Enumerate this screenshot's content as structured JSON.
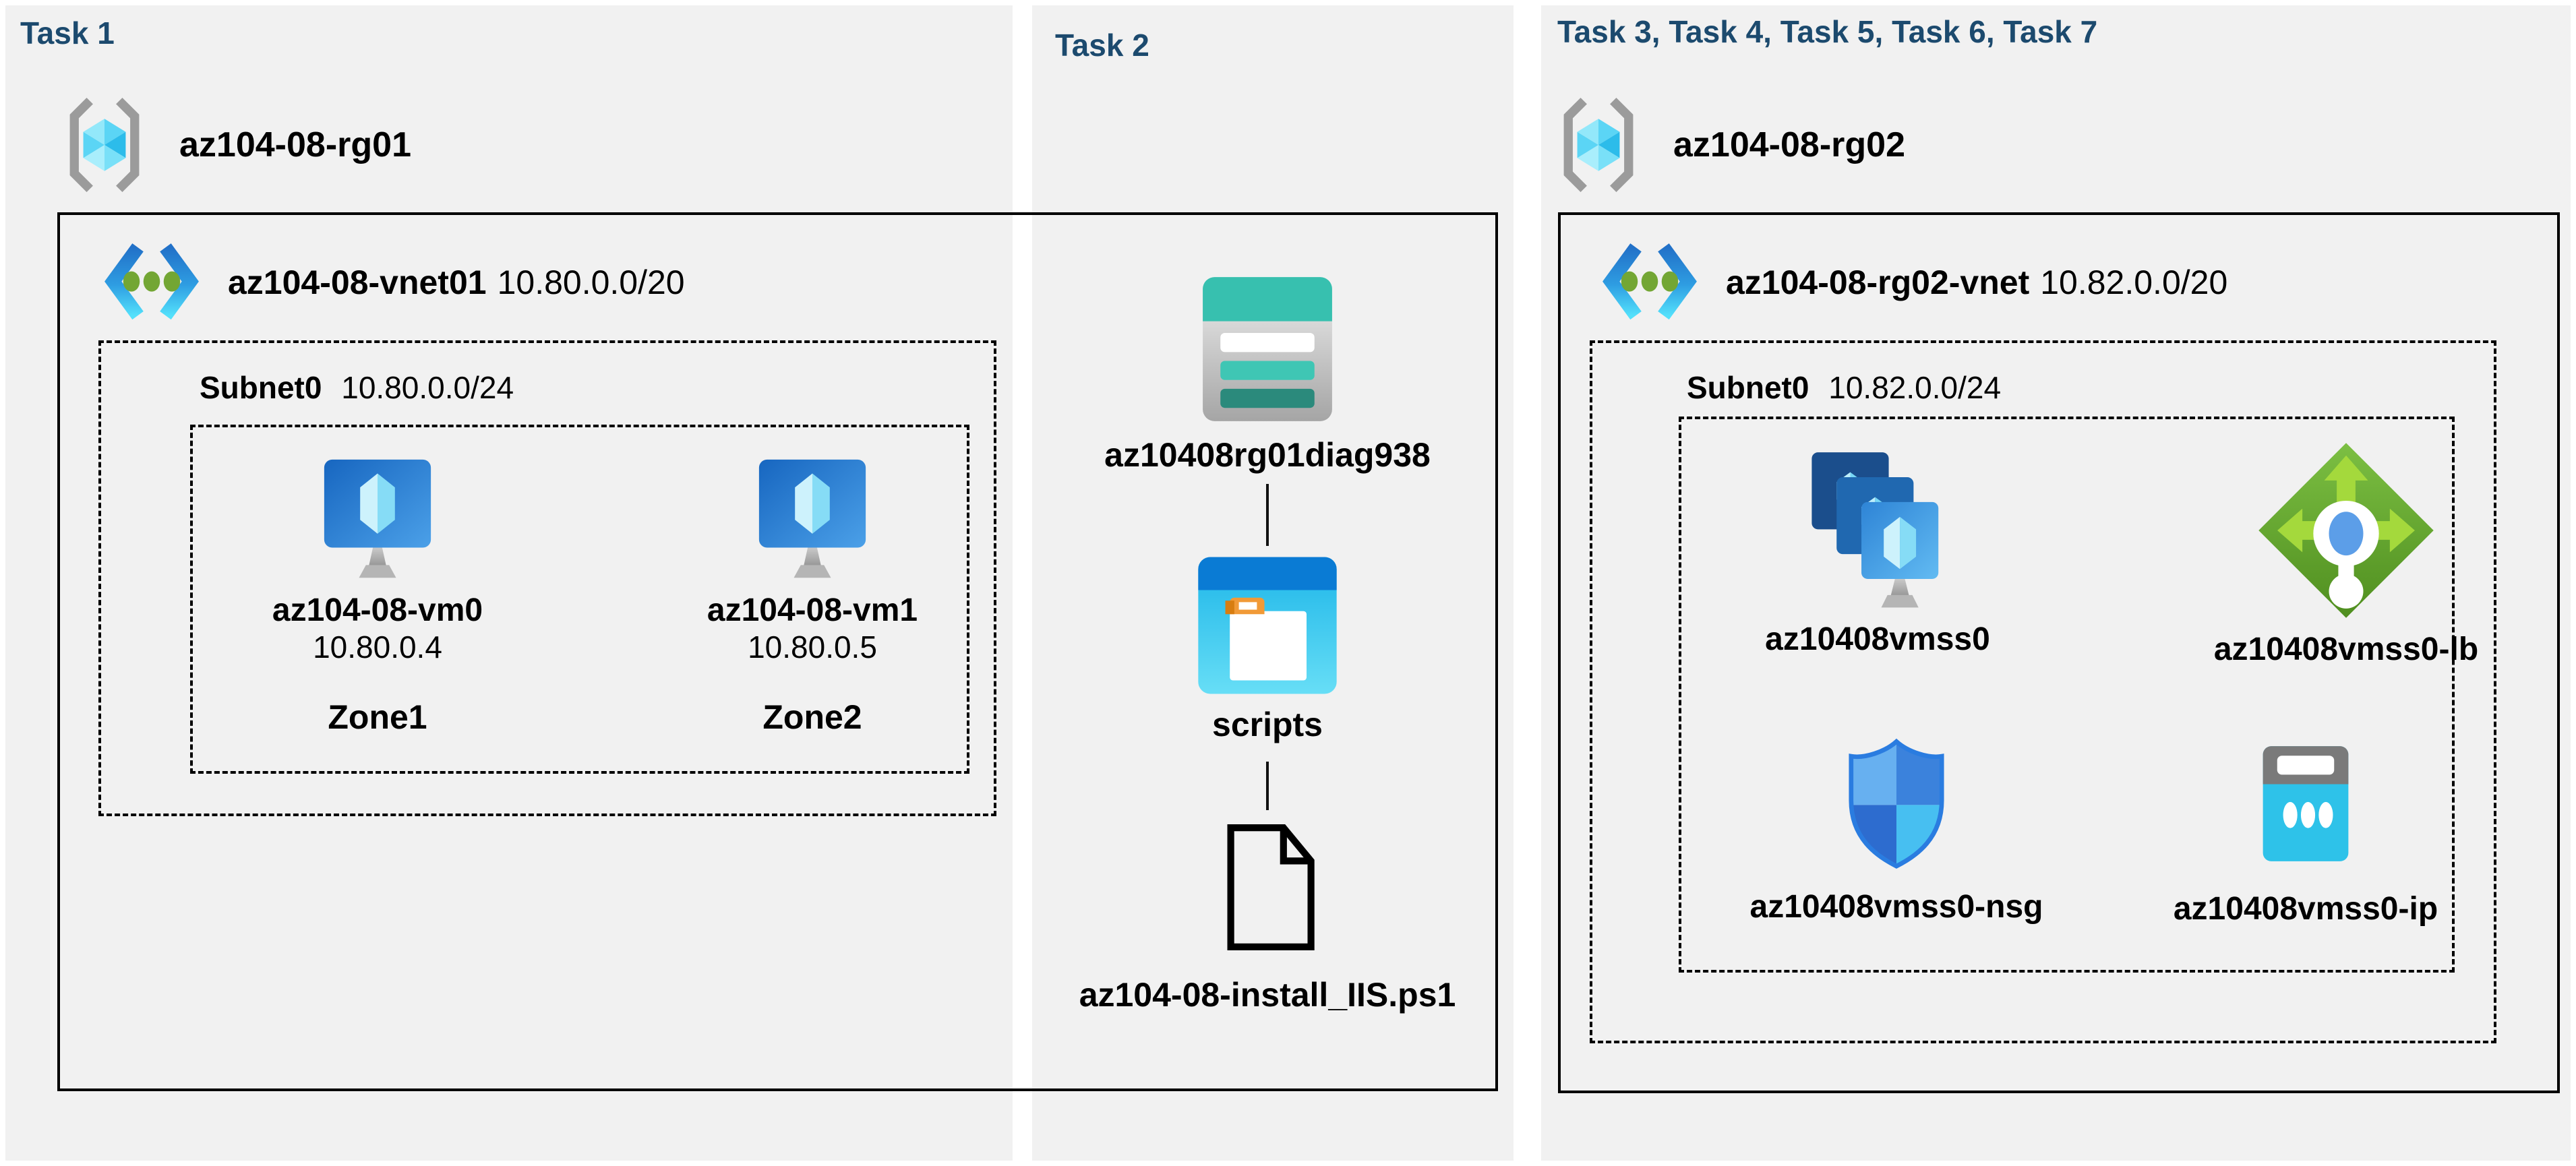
{
  "colors": {
    "task_title": "#1c4a6e",
    "panel_bg": "#f1f1f1",
    "border": "#000000"
  },
  "task1": {
    "title": "Task 1",
    "rg": {
      "label": "az104-08-rg01"
    },
    "vnet": {
      "name": "az104-08-vnet01",
      "cidr": "10.80.0.0/20"
    },
    "subnet": {
      "name": "Subnet0",
      "cidr": "10.80.0.0/24"
    },
    "vms": [
      {
        "name": "az104-08-vm0",
        "ip": "10.80.0.4",
        "zone": "Zone1"
      },
      {
        "name": "az104-08-vm1",
        "ip": "10.80.0.5",
        "zone": "Zone2"
      }
    ]
  },
  "task2": {
    "title": "Task 2",
    "storage_account": "az10408rg01diag938",
    "container": "scripts",
    "file": "az104-08-install_IIS.ps1"
  },
  "task3": {
    "title": "Task 3, Task 4, Task 5, Task 6, Task 7",
    "rg": {
      "label": "az104-08-rg02"
    },
    "vnet": {
      "name": "az104-08-rg02-vnet",
      "cidr": "10.82.0.0/20"
    },
    "subnet": {
      "name": "Subnet0",
      "cidr": "10.82.0.0/24"
    },
    "resources": [
      {
        "name": "az10408vmss0"
      },
      {
        "name": "az10408vmss0-lb"
      },
      {
        "name": "az10408vmss0-nsg"
      },
      {
        "name": "az10408vmss0-ip"
      }
    ]
  }
}
